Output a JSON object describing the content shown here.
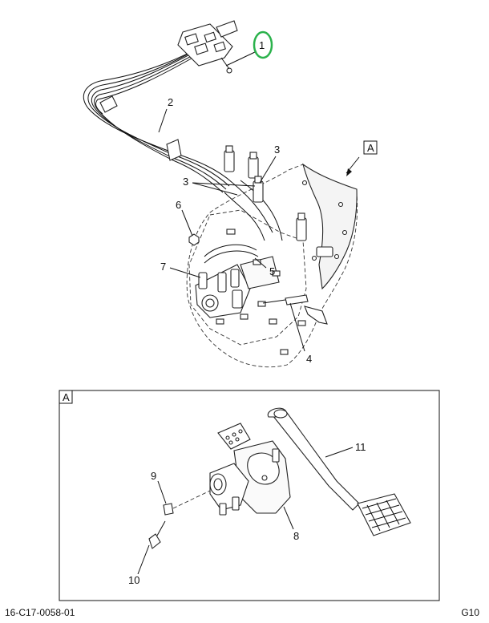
{
  "callouts": {
    "c1": "1",
    "c2": "2",
    "c3a": "3",
    "c3b": "3",
    "c4": "4",
    "c5": "5",
    "c6": "6",
    "c7": "7",
    "c8": "8",
    "c9": "9",
    "c10": "10",
    "c11": "11"
  },
  "view_labels": {
    "main_view": "A",
    "detail_view": "A"
  },
  "footer": {
    "doc_id": "16-C17-0058-01",
    "page_code": "G10"
  },
  "colors": {
    "highlight": "#2bb24c",
    "ink": "#111111"
  }
}
